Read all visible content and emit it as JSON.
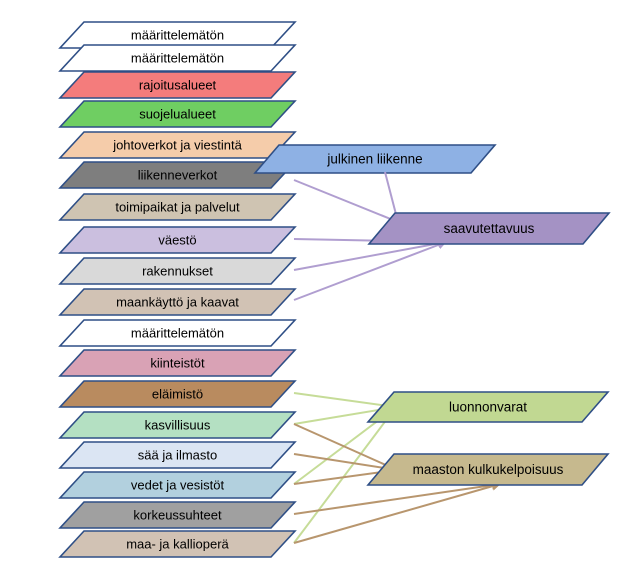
{
  "layers": [
    {
      "id": "maarittelematon-1",
      "label": "määrittelemätön",
      "fill": "#ffffff"
    },
    {
      "id": "maarittelematon-2",
      "label": "määrittelemätön",
      "fill": "#ffffff"
    },
    {
      "id": "rajoitusalueet",
      "label": "rajoitusalueet",
      "fill": "#f47c7c"
    },
    {
      "id": "suojelualueet",
      "label": "suojelualueet",
      "fill": "#6fce62"
    },
    {
      "id": "johtoverkot",
      "label": "johtoverkot ja viestintä",
      "fill": "#f5ccaa"
    },
    {
      "id": "liikenneverkot",
      "label": "liikenneverkot",
      "fill": "#7e7e7e"
    },
    {
      "id": "toimipaikat",
      "label": "toimipaikat ja palvelut",
      "fill": "#cfc4b2"
    },
    {
      "id": "vaesto",
      "label": "väestö",
      "fill": "#cbbfdf"
    },
    {
      "id": "rakennukset",
      "label": "rakennukset",
      "fill": "#d9d9d9"
    },
    {
      "id": "maankaytto",
      "label": "maankäyttö ja kaavat",
      "fill": "#d1c2b4"
    },
    {
      "id": "maarittelematon-3",
      "label": "määrittelemätön",
      "fill": "#ffffff"
    },
    {
      "id": "kiinteistot",
      "label": "kiinteistöt",
      "fill": "#d9a2b5"
    },
    {
      "id": "elaimisto",
      "label": "eläimistö",
      "fill": "#b98b5f"
    },
    {
      "id": "kasvillisuus",
      "label": "kasvillisuus",
      "fill": "#b4e0c2"
    },
    {
      "id": "saa",
      "label": "sää ja ilmasto",
      "fill": "#dbe5f3"
    },
    {
      "id": "vedet",
      "label": "vedet ja vesistöt",
      "fill": "#b2d0de"
    },
    {
      "id": "korkeussuhteet",
      "label": "korkeussuhteet",
      "fill": "#a0a0a0"
    },
    {
      "id": "maaperä",
      "label": "maa- ja kallioperä",
      "fill": "#d1c2b4"
    }
  ],
  "derived": [
    {
      "id": "julkinen-liikenne",
      "label": "julkinen liikenne",
      "fill": "#8eb1e4"
    },
    {
      "id": "saavutettavuus",
      "label": "saavutettavuus",
      "fill": "#a492c4"
    },
    {
      "id": "luonnonvarat",
      "label": "luonnonvarat",
      "fill": "#c1d892"
    },
    {
      "id": "maaston-kulkukelpoisuus",
      "label": "maaston kulkukelpoisuus",
      "fill": "#c6b98e"
    }
  ],
  "connections": [
    {
      "from": "liikenneverkot",
      "to": "saavutettavuus",
      "color": "#b09ed0"
    },
    {
      "from": "julkinen-liikenne",
      "to": "saavutettavuus",
      "color": "#b09ed0"
    },
    {
      "from": "vaesto",
      "to": "saavutettavuus",
      "color": "#b09ed0"
    },
    {
      "from": "rakennukset",
      "to": "saavutettavuus",
      "color": "#b09ed0"
    },
    {
      "from": "maankaytto",
      "to": "saavutettavuus",
      "color": "#b09ed0"
    },
    {
      "from": "elaimisto",
      "to": "luonnonvarat",
      "color": "#c6dc98"
    },
    {
      "from": "kasvillisuus",
      "to": "luonnonvarat",
      "color": "#c6dc98"
    },
    {
      "from": "vedet",
      "to": "luonnonvarat",
      "color": "#c6dc98"
    },
    {
      "from": "maaperä",
      "to": "luonnonvarat",
      "color": "#c6dc98"
    },
    {
      "from": "kasvillisuus",
      "to": "maaston-kulkukelpoisuus",
      "color": "#b8966e"
    },
    {
      "from": "saa",
      "to": "maaston-kulkukelpoisuus",
      "color": "#b8966e"
    },
    {
      "from": "vedet",
      "to": "maaston-kulkukelpoisuus",
      "color": "#b8966e"
    },
    {
      "from": "korkeussuhteet",
      "to": "maaston-kulkukelpoisuus",
      "color": "#b8966e"
    },
    {
      "from": "maaperä",
      "to": "maaston-kulkukelpoisuus",
      "color": "#b8966e"
    }
  ]
}
